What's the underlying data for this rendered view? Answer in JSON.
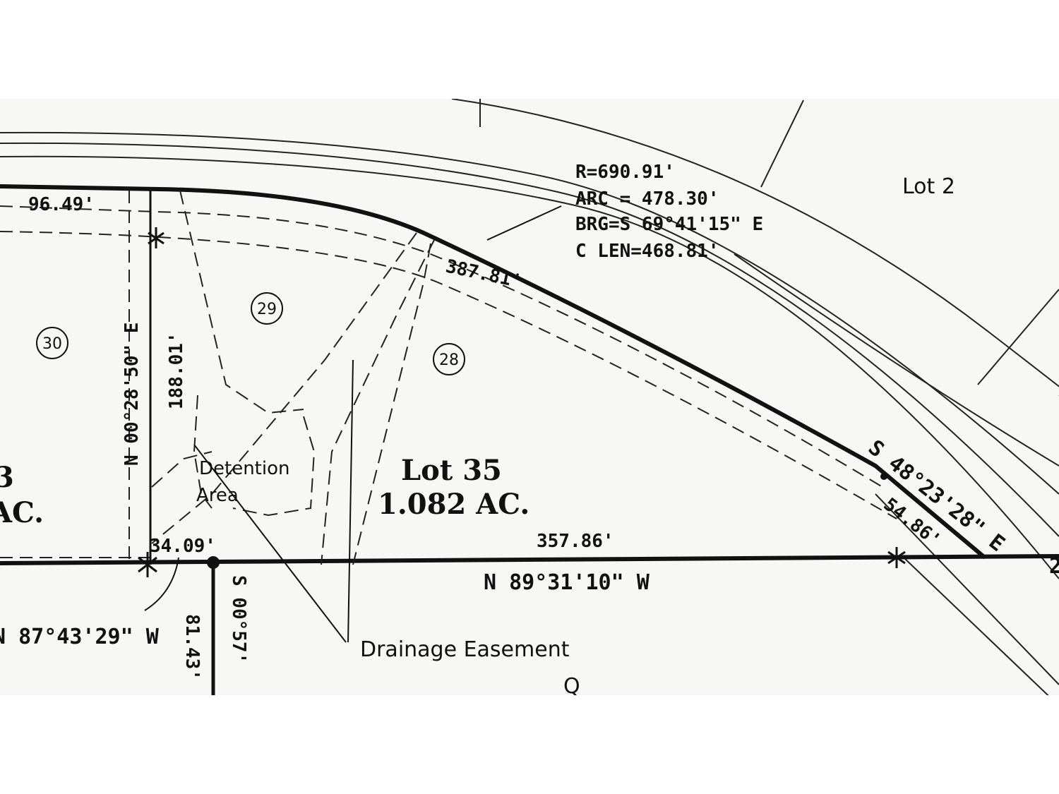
{
  "curve": {
    "radius": "R=690.91'",
    "arc": "ARC = 478.30'",
    "bearing": "BRG=S 69°41'15\" E",
    "chord": "C LEN=468.81'"
  },
  "lots": {
    "lot2": "Lot 2",
    "lot35_name": "Lot 35",
    "lot35_area": "1.082 AC.",
    "partial_left_num": "3",
    "partial_left_area": "AC."
  },
  "lot_numbers": [
    "29",
    "30",
    "28"
  ],
  "dimensions": {
    "top_left": "96.49'",
    "curve_segment": "387.81'",
    "vertical_len": "188.01'",
    "vertical_bearing": "N 00°28'50\" E",
    "bottom_short": "34.09'",
    "bottom_len": "357.86'",
    "bottom_bearing": "N 89°31'10\" W",
    "right_bearing": "S 48°23'28\" E",
    "right_len": "54.86'",
    "lower_left_bearing": "N 87°43'29\" W",
    "down_bearing": "S 00°57'",
    "down_len": "81.43'",
    "right_edge_fragment": "2"
  },
  "annotations": {
    "detention_1": "Detention",
    "detention_2": "Area",
    "drainage": "Drainage Easement",
    "bottom_fragment": "Q"
  },
  "colors": {
    "paper": "#f7f7f5",
    "ink": "#111111",
    "frame": "#ffffff"
  }
}
